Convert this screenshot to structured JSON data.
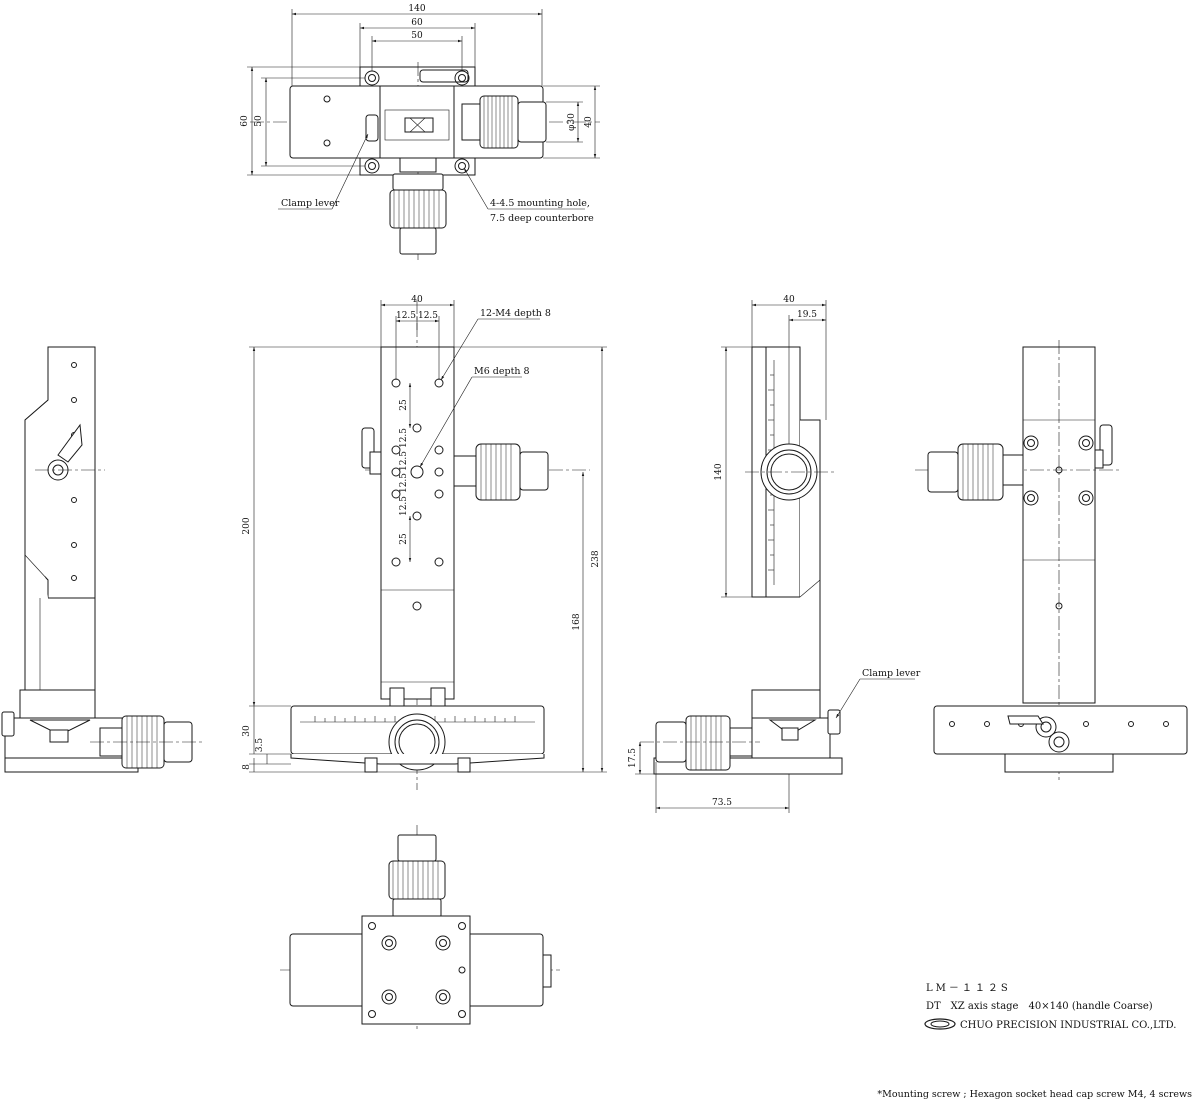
{
  "dimensions": {
    "top_140": "140",
    "top_60": "60",
    "top_50": "50",
    "top_left_60": "60",
    "top_left_50": "50",
    "top_phi30": "φ30",
    "top_right_40": "40",
    "front_40": "40",
    "front_12_5_a": "12.5",
    "front_12_5_b": "12.5",
    "front_200": "200",
    "front_25_a": "25",
    "front_12_5_v1": "12.5",
    "front_12_5_v2": "12.5",
    "front_12_5_v3": "12.5",
    "front_12_5_v4": "12.5",
    "front_25_b": "25",
    "front_238": "238",
    "front_168": "168",
    "front_30": "30",
    "front_3_5": "3.5",
    "front_8": "8",
    "side_40": "40",
    "side_19_5": "19.5",
    "side_140": "140",
    "side_17_5": "17.5",
    "side_73_5": "73.5"
  },
  "labels": {
    "clamp_lever_top": "Clamp lever",
    "mounting_hole_1": "4-4.5 mounting hole,",
    "mounting_hole_2": "7.5 deep counterbore",
    "m4_depth": "12-M4 depth 8",
    "m6_depth": "M6 depth 8",
    "clamp_lever_side": "Clamp lever"
  },
  "title_block": {
    "model": "LM－１１２S",
    "description": "DT　XZ axis stage　40×140 (handle Coarse)",
    "company": "CHUO PRECISION INDUSTRIAL CO.,LTD."
  },
  "footnote": "*Mounting screw ; Hexagon socket head cap screw M4, 4 screws"
}
